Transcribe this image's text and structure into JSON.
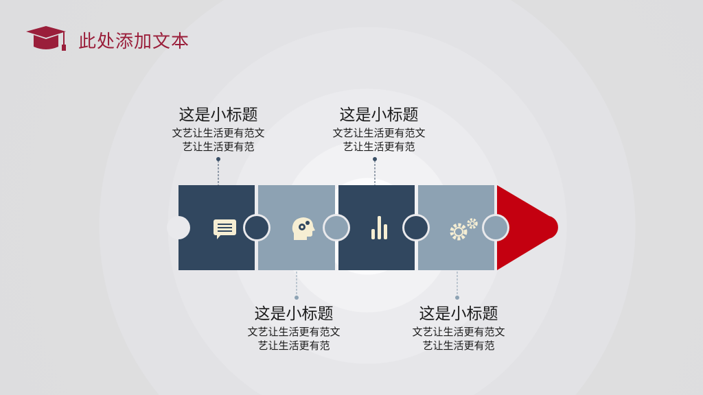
{
  "header": {
    "title": "此处添加文本",
    "icon": "graduation-cap-icon",
    "accent": "#9a1e3a"
  },
  "colors": {
    "dark": "#31475f",
    "light": "#8da2b3",
    "arrow": "#c40010",
    "icon_fill": "#f6eed3",
    "connector": "#3a4f66"
  },
  "steps": [
    {
      "title": "这是小标题",
      "desc_line1": "文艺让生活更有范文",
      "desc_line2": "艺让生活更有范",
      "icon": "chat-icon",
      "label_side": "top"
    },
    {
      "title": "这是小标题",
      "desc_line1": "文艺让生活更有范文",
      "desc_line2": "艺让生活更有范",
      "icon": "brain-gear-icon",
      "label_side": "bottom"
    },
    {
      "title": "这是小标题",
      "desc_line1": "文艺让生活更有范文",
      "desc_line2": "艺让生活更有范",
      "icon": "bar-chart-icon",
      "label_side": "top"
    },
    {
      "title": "这是小标题",
      "desc_line1": "文艺让生活更有范文",
      "desc_line2": "艺让生活更有范",
      "icon": "gears-icon",
      "label_side": "bottom"
    }
  ]
}
